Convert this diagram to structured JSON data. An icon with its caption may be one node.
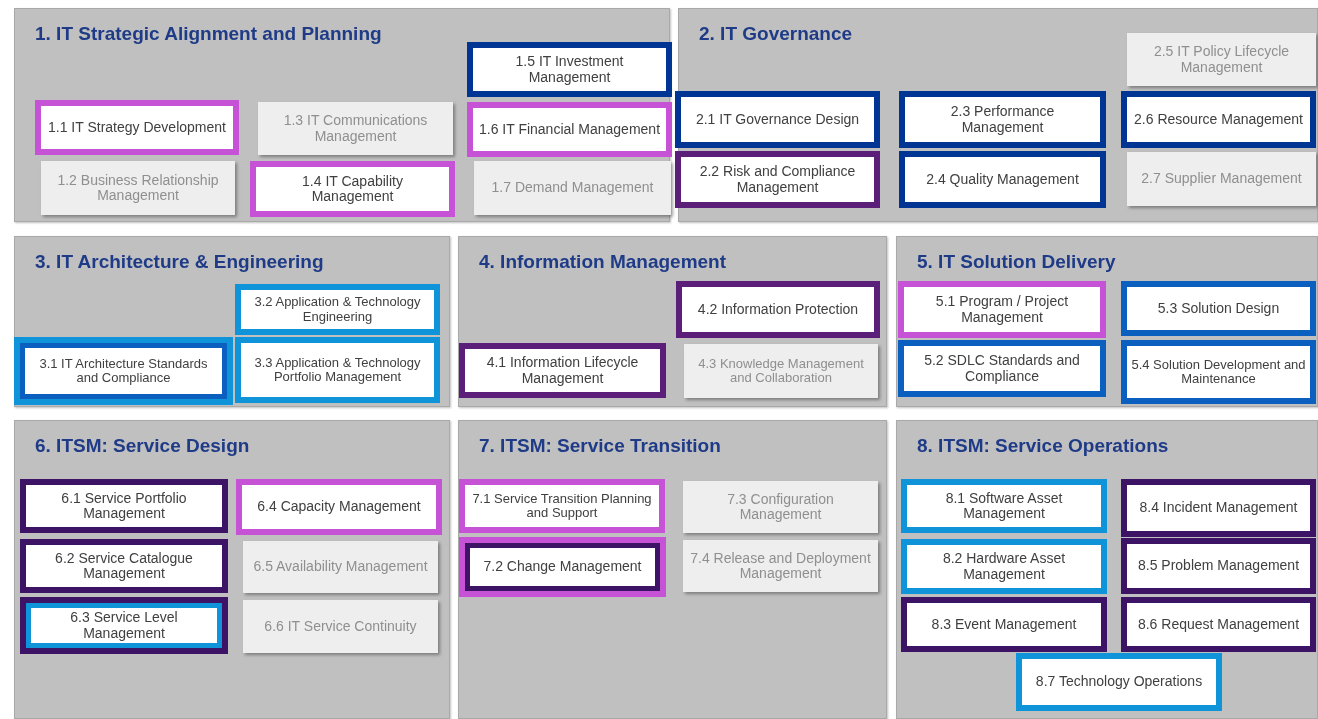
{
  "diagram": {
    "nodes": [
      {
        "text": [
          "1. IT Strategic Alignment and Planning"
        ]
      },
      {
        "text": [
          "1.1 IT Strategy Development"
        ],
        "in": 0
      },
      {
        "text": [
          "1.2 Business Relationship Management"
        ],
        "in": 0
      },
      {
        "text": [
          "1.3 IT Communications Management"
        ],
        "in": 0
      },
      {
        "text": [
          "1.4 IT Capability Management"
        ],
        "in": 0
      },
      {
        "text": [
          "1.5 IT Investment Management"
        ],
        "in": 0
      },
      {
        "text": [
          "1.6 IT Financial Management"
        ],
        "in": 0
      },
      {
        "text": [
          "1.7 Demand Management"
        ],
        "in": 0
      },
      {
        "text": [
          "2. IT Governance"
        ]
      },
      {
        "text": [
          "2.1 IT Governance Design"
        ],
        "in": 8
      },
      {
        "text": [
          "2.2 Risk and Compliance Management"
        ],
        "in": 8
      },
      {
        "text": [
          "2.3 Performance Management"
        ],
        "in": 8
      },
      {
        "text": [
          "2.4 Quality Management"
        ],
        "in": 8
      },
      {
        "text": [
          "2.5 IT Policy Lifecycle Management"
        ],
        "in": 8
      },
      {
        "text": [
          "2.6 Resource Management"
        ],
        "in": 8
      },
      {
        "text": [
          "2.7 Supplier Management"
        ],
        "in": 8
      },
      {
        "text": [
          "3. IT Architecture & Engineering"
        ]
      },
      {
        "text": [
          "3.1 IT Architecture Standards and Compliance"
        ],
        "in": 16
      },
      {
        "text": [
          "3.2 Application & Technology Engineering"
        ],
        "in": 16
      },
      {
        "text": [
          "3.3 Application & Technology Portfolio Management"
        ],
        "in": 16
      },
      {
        "text": [
          "4. Information Management"
        ]
      },
      {
        "text": [
          "4.1 Information Lifecycle Management"
        ],
        "in": 20
      },
      {
        "text": [
          "4.2 Information Protection"
        ],
        "in": 20
      },
      {
        "text": [
          "4.3 Knowledge Management and Collaboration"
        ],
        "in": 20
      },
      {
        "text": [
          "5. IT Solution Delivery"
        ]
      },
      {
        "text": [
          "5.1 Program / Project Management"
        ],
        "in": 24
      },
      {
        "text": [
          "5.2 SDLC Standards and Compliance"
        ],
        "in": 24
      },
      {
        "text": [
          "5.3 Solution Design"
        ],
        "in": 24
      },
      {
        "text": [
          "5.4 Solution Development and Maintenance"
        ],
        "in": 24
      },
      {
        "text": [
          "6. ITSM: Service Design"
        ]
      },
      {
        "text": [
          "6.1 Service Portfolio Management"
        ],
        "in": 29
      },
      {
        "text": [
          "6.2 Service Catalogue Management"
        ],
        "in": 29
      },
      {
        "text": [
          "6.3 Service Level Management"
        ],
        "in": 29
      },
      {
        "text": [
          "6.4 Capacity Management"
        ],
        "in": 29
      },
      {
        "text": [
          "6.5 Availability Management"
        ],
        "in": 29
      },
      {
        "text": [
          "6.6 IT Service Continuity"
        ],
        "in": 29
      },
      {
        "text": [
          "7. ITSM: Service Transition"
        ]
      },
      {
        "text": [
          "7.1 Service Transition Planning and Support"
        ],
        "in": 36
      },
      {
        "text": [
          "7.2 Change Management"
        ],
        "in": 36
      },
      {
        "text": [
          "7.3 Configuration Management"
        ],
        "in": 36
      },
      {
        "text": [
          "7.4 Release and Deployment Management"
        ],
        "in": 36
      },
      {
        "text": [
          "8. ITSM: Service Operations"
        ]
      },
      {
        "text": [
          "8.1 Software Asset Management"
        ],
        "in": 41
      },
      {
        "text": [
          "8.2 Hardware Asset Management"
        ],
        "in": 41
      },
      {
        "text": [
          "8.3 Event Management"
        ],
        "in": 41
      },
      {
        "text": [
          "8.4 Incident Management"
        ],
        "in": 41
      },
      {
        "text": [
          "8.5 Problem Management"
        ],
        "in": 41
      },
      {
        "text": [
          "8.6 Request Management"
        ],
        "in": 41
      },
      {
        "text": [
          "8.7 Technology Operations"
        ],
        "in": 41
      }
    ]
  }
}
